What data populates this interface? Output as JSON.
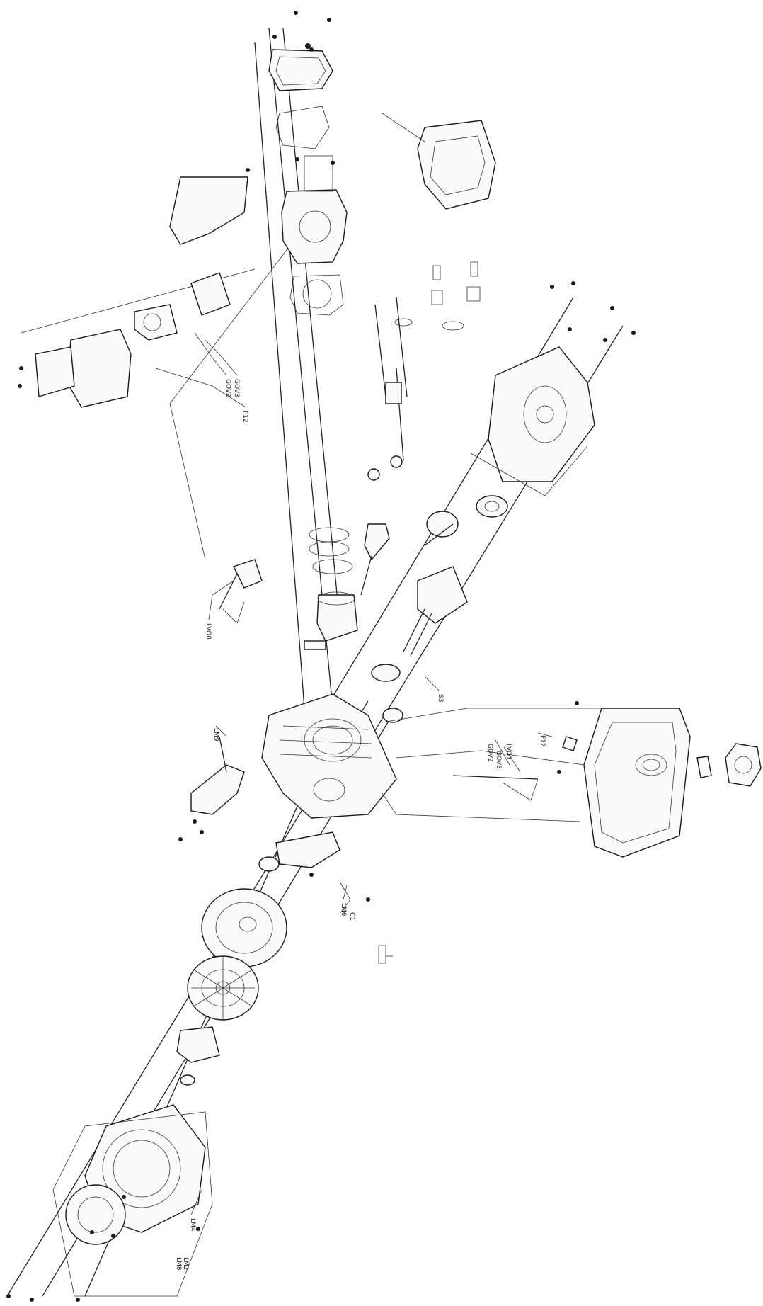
{
  "labels": {
    "l1": "GOV2",
    "l2": "GOV3",
    "l3": "F12",
    "l4": "LVO0",
    "l5": "GOV2",
    "l6": "GOV3",
    "l7": "LVO1",
    "l8": "F12",
    "l9": "LM9",
    "l10": "LM6",
    "l11": "C1",
    "l12": "LM4",
    "l13": "S3",
    "l14": "LM2",
    "l15": "LM8"
  },
  "colors": {
    "line": "#1a1a1a",
    "background": "#ffffff"
  }
}
